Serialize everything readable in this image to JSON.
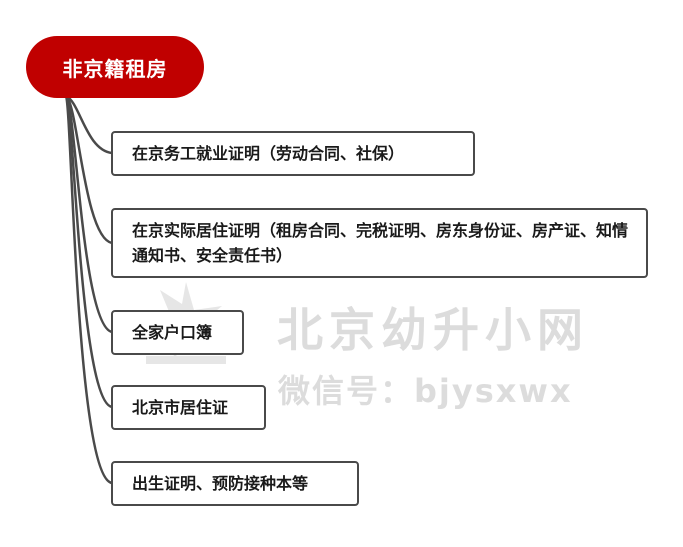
{
  "diagram": {
    "root": {
      "label": "非京籍租房"
    },
    "branches": [
      {
        "label": "在京务工就业证明（劳动合同、社保）"
      },
      {
        "label": "在京实际居住证明（租房合同、完税证明、房东身份证、房产证、知情通知书、安全责任书）"
      },
      {
        "label": "全家户口簿"
      },
      {
        "label": "北京市居住证"
      },
      {
        "label": "出生证明、预防接种本等"
      }
    ]
  },
  "watermark": {
    "title": "北京幼升小网",
    "subtitle": "微信号：bjysxwx"
  },
  "colors": {
    "root_fill": "#c00000",
    "connector": "#4a4a4a",
    "node_border": "#4a4a4a",
    "watermark": "#dcdcdc"
  }
}
